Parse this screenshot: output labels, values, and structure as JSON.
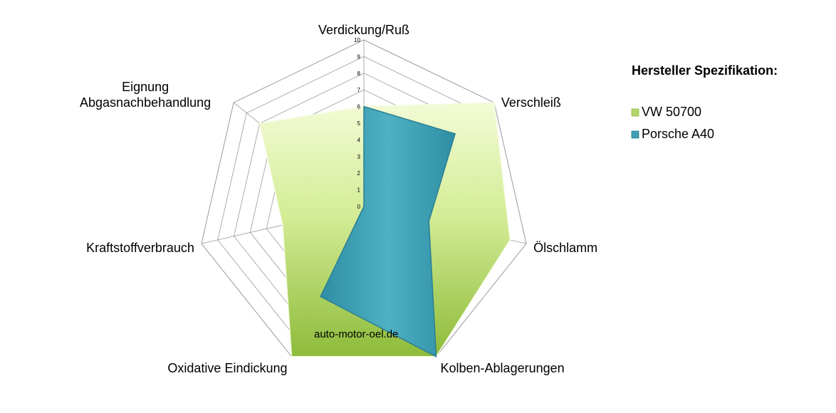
{
  "chart_data": {
    "type": "radar",
    "categories": [
      "Verdickung/Ruß",
      "Verschleiß",
      "Ölschlamm",
      "Kolben-Ablagerungen",
      "Oxidative Eindickung",
      "Kraftstoffverbrauch",
      "Eignung Abgasnachbehandlung"
    ],
    "series": [
      {
        "name": "VW 50700",
        "values": [
          6,
          10,
          9,
          10,
          10,
          5,
          8
        ],
        "color": "#b3d66a"
      },
      {
        "name": "Porsche A40",
        "values": [
          6,
          7,
          4,
          10,
          6,
          0,
          0
        ],
        "color": "#3fa0b4"
      }
    ],
    "rlim": [
      0,
      10
    ],
    "ticks": [
      "0",
      "1",
      "2",
      "3",
      "4",
      "5",
      "6",
      "7",
      "8",
      "9",
      "10"
    ],
    "grid": true,
    "legend": {
      "title": "Hersteller Spezifikation:",
      "position": "right"
    }
  },
  "watermark": "auto-motor-oel.de"
}
